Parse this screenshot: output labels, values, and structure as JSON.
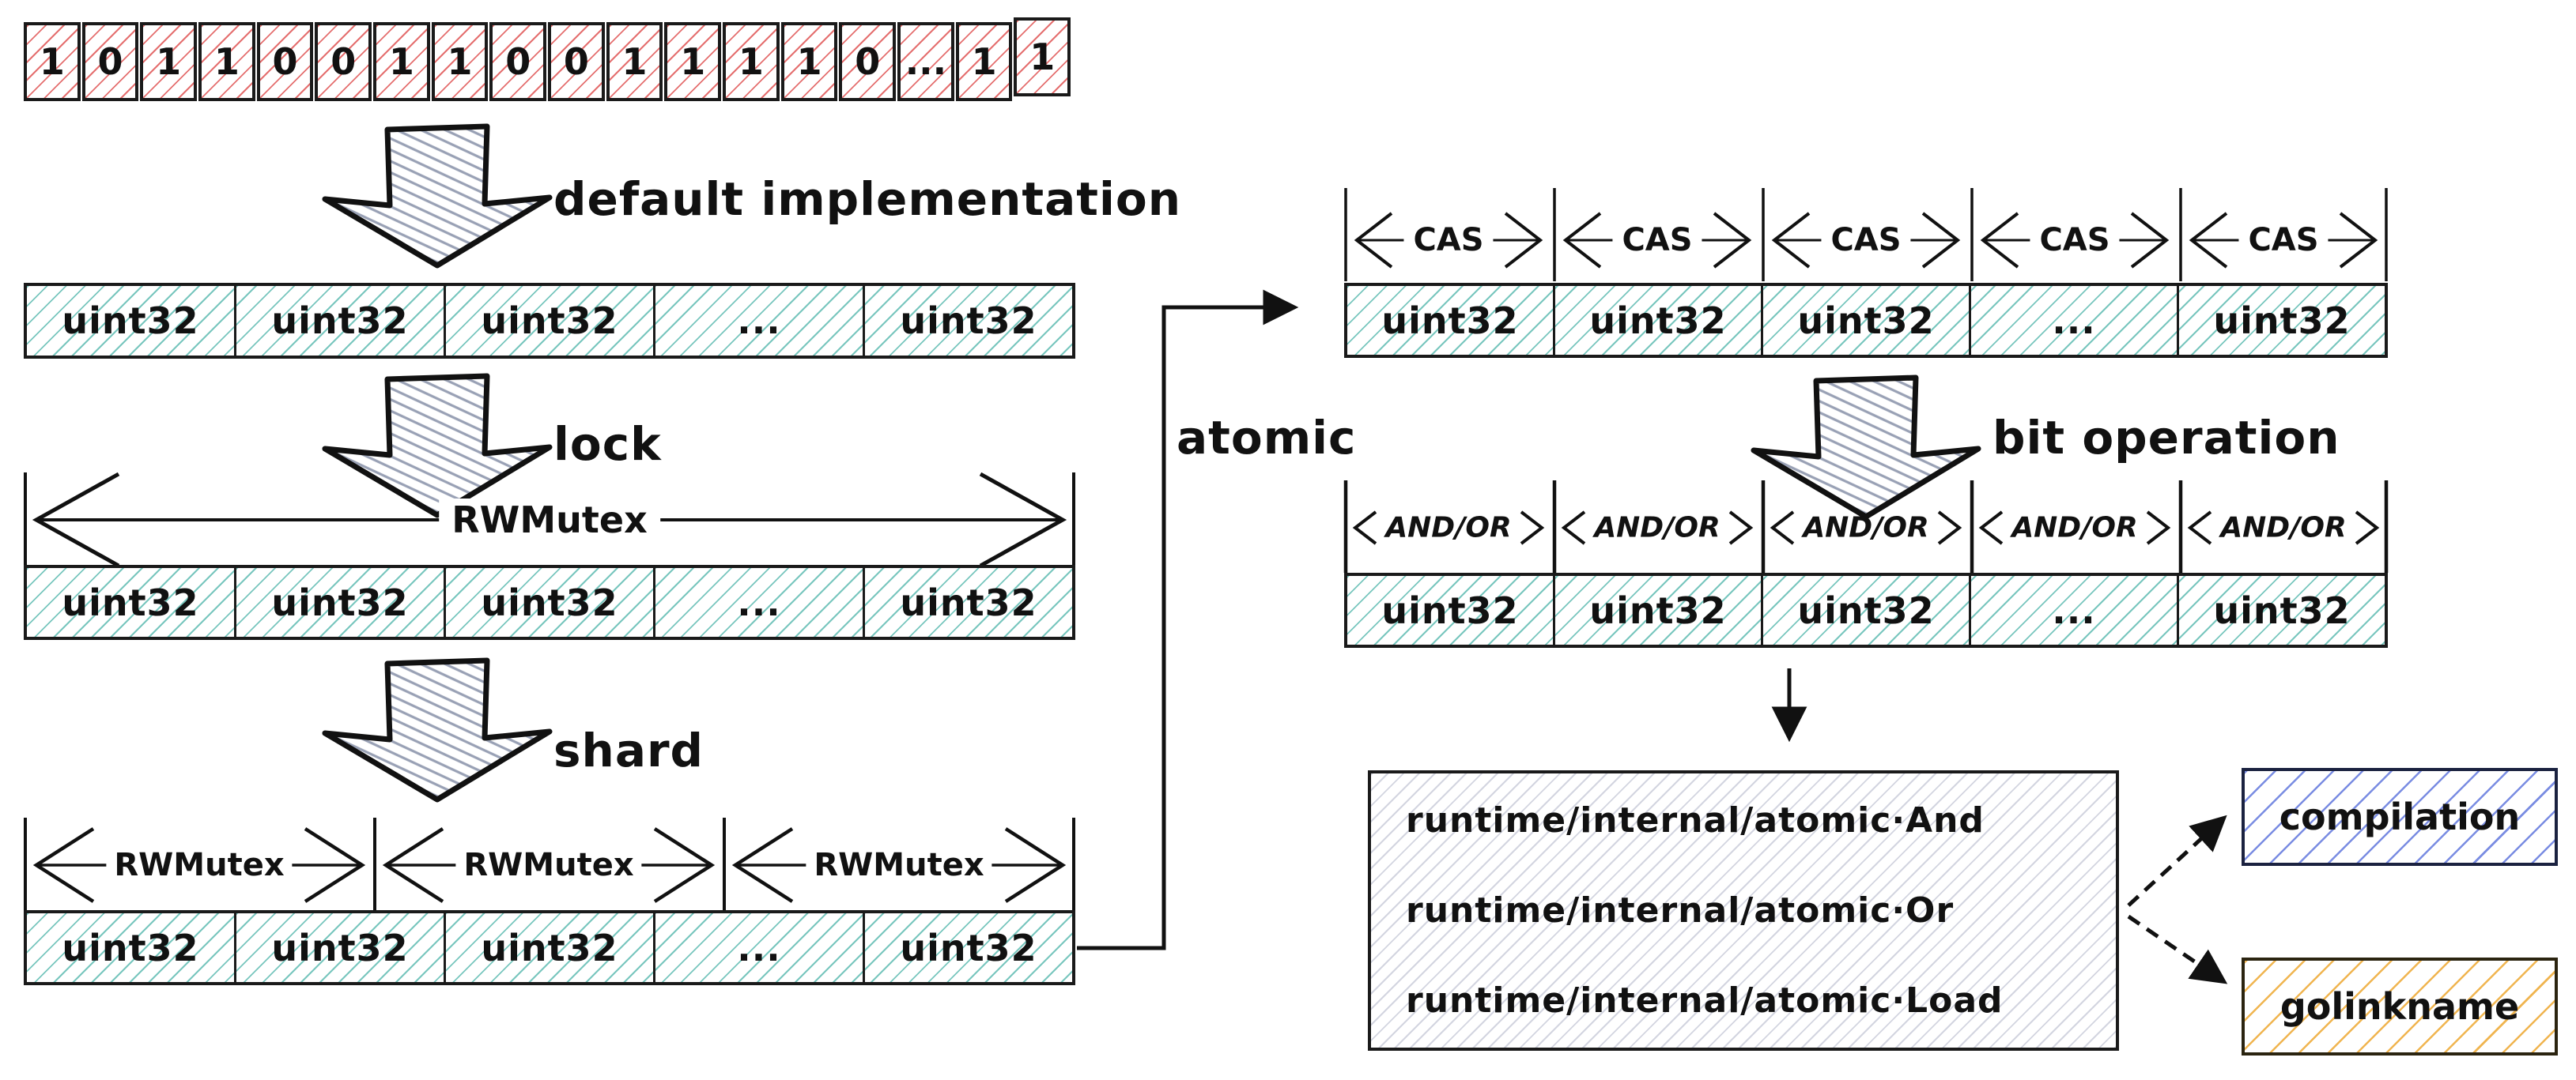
{
  "diagram": {
    "bit_array": {
      "cells": [
        "1",
        "0",
        "1",
        "1",
        "0",
        "0",
        "1",
        "1",
        "0",
        "0",
        "1",
        "1",
        "1",
        "1",
        "0",
        "...",
        "1",
        "1"
      ]
    },
    "flow_labels": {
      "default_implementation": "default implementation",
      "lock": "lock",
      "shard": "shard",
      "atomic": "atomic",
      "bit_operation": "bit operation"
    },
    "uint32_cells": [
      "uint32",
      "uint32",
      "uint32",
      "...",
      "uint32"
    ],
    "rwmutex": {
      "full_label": "RWMutex",
      "shard_labels": [
        "RWMutex",
        "RWMutex",
        "RWMutex"
      ]
    },
    "cas_labels": [
      "CAS",
      "CAS",
      "CAS",
      "CAS",
      "CAS"
    ],
    "andor_labels": [
      "AND/OR",
      "AND/OR",
      "AND/OR",
      "AND/OR",
      "AND/OR"
    ],
    "runtime_box": {
      "lines": [
        "runtime/internal/atomic·And",
        "runtime/internal/atomic·Or",
        "runtime/internal/atomic·Load"
      ]
    },
    "outputs": {
      "compilation": "compilation",
      "golinkname": "golinkname"
    },
    "colors": {
      "ink": "#111111",
      "bit_hatch": "#e05656",
      "uint32_hatch": "#1ea092",
      "arrow_hatch": "#99a1b5",
      "runtime_hatch": "#969bb4",
      "compilation_hatch": "#5870db",
      "golinkname_hatch": "#eea832"
    }
  }
}
